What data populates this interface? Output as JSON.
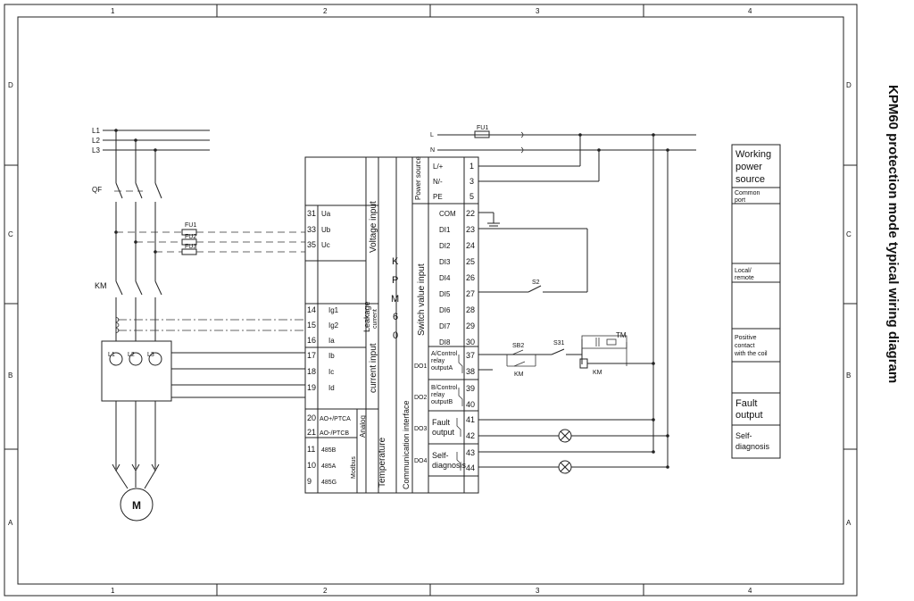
{
  "title": "KPM60 protection mode typical wiring diagram",
  "grid": {
    "columns": [
      "1",
      "2",
      "3",
      "4"
    ],
    "rows": [
      "D",
      "C",
      "B",
      "A"
    ]
  },
  "supply": {
    "phases": [
      "L1",
      "L2",
      "L3"
    ],
    "breaker": "QF",
    "contactor": "KM",
    "fuses": [
      "FU1",
      "FU2",
      "FU3"
    ],
    "ct_phases": [
      "L1",
      "L2",
      "L3"
    ],
    "motor": "M"
  },
  "power_lines": {
    "live": "L",
    "neutral": "N",
    "fuse": "FU1"
  },
  "device": {
    "name_letters": [
      "K",
      "P",
      "M",
      "6",
      "0"
    ],
    "sections": {
      "voltage": "Voltage input",
      "leakage_main": "Leakage",
      "leakage_sub": "current",
      "current": "current input",
      "analog": "Analog",
      "modbus": "Modbus",
      "temperature": "Temperature",
      "comm": "Communication interface",
      "switch": "Switch value input",
      "power_source": "Power source"
    },
    "left_terminals": [
      {
        "num": "31",
        "label": "Ua"
      },
      {
        "num": "33",
        "label": "Ub"
      },
      {
        "num": "35",
        "label": "Uc"
      },
      {
        "num": "14",
        "label": "Ig1"
      },
      {
        "num": "15",
        "label": "Ig2"
      },
      {
        "num": "16",
        "label": "Ia"
      },
      {
        "num": "17",
        "label": "Ib"
      },
      {
        "num": "18",
        "label": "Ic"
      },
      {
        "num": "19",
        "label": "Id"
      },
      {
        "num": "20",
        "label": "AO+/PTCA"
      },
      {
        "num": "21",
        "label": "AO-/PTCB"
      },
      {
        "num": "11",
        "label": "485B"
      },
      {
        "num": "10",
        "label": "485A"
      },
      {
        "num": "9",
        "label": "485G"
      }
    ],
    "power_terminals": [
      {
        "num": "1",
        "label": "L/+"
      },
      {
        "num": "3",
        "label": "N/-"
      },
      {
        "num": "5",
        "label": "PE"
      }
    ],
    "di_terminals": [
      {
        "num": "22",
        "label": "COM"
      },
      {
        "num": "23",
        "label": "DI1"
      },
      {
        "num": "24",
        "label": "DI2"
      },
      {
        "num": "25",
        "label": "DI3"
      },
      {
        "num": "26",
        "label": "DI4"
      },
      {
        "num": "27",
        "label": "DI5"
      },
      {
        "num": "28",
        "label": "DI6"
      },
      {
        "num": "29",
        "label": "DI7"
      },
      {
        "num": "30",
        "label": "DI8"
      }
    ],
    "do_groups": [
      {
        "id": "DO1",
        "lines": [
          "A/Control",
          "relay",
          "outputA"
        ],
        "nums": [
          "37",
          "38"
        ]
      },
      {
        "id": "DO2",
        "lines": [
          "B/Control",
          "relay",
          "outputB"
        ],
        "nums": [
          "39",
          "40"
        ]
      },
      {
        "id": "DO3",
        "lines": [
          "Fault",
          "output"
        ],
        "nums": [
          "41",
          "42"
        ]
      },
      {
        "id": "DO4",
        "lines": [
          "Self-",
          "diagnosis"
        ],
        "nums": [
          "43",
          "44"
        ]
      }
    ]
  },
  "external": {
    "s2": "S2",
    "sb2": "SB2",
    "s31": "S31",
    "km_contact": "KM",
    "km_coil": "KM",
    "tm": "TM"
  },
  "legend": {
    "working_power": [
      "Working",
      "power",
      "source"
    ],
    "common_port": [
      "Common",
      "port"
    ],
    "local_remote": [
      "Local/",
      "remote"
    ],
    "positive_contact": [
      "Positive",
      "contact",
      "with the coil"
    ],
    "fault_output": [
      "Fault",
      "output"
    ],
    "self_diagnosis": [
      "Self-",
      "diagnosis"
    ]
  }
}
